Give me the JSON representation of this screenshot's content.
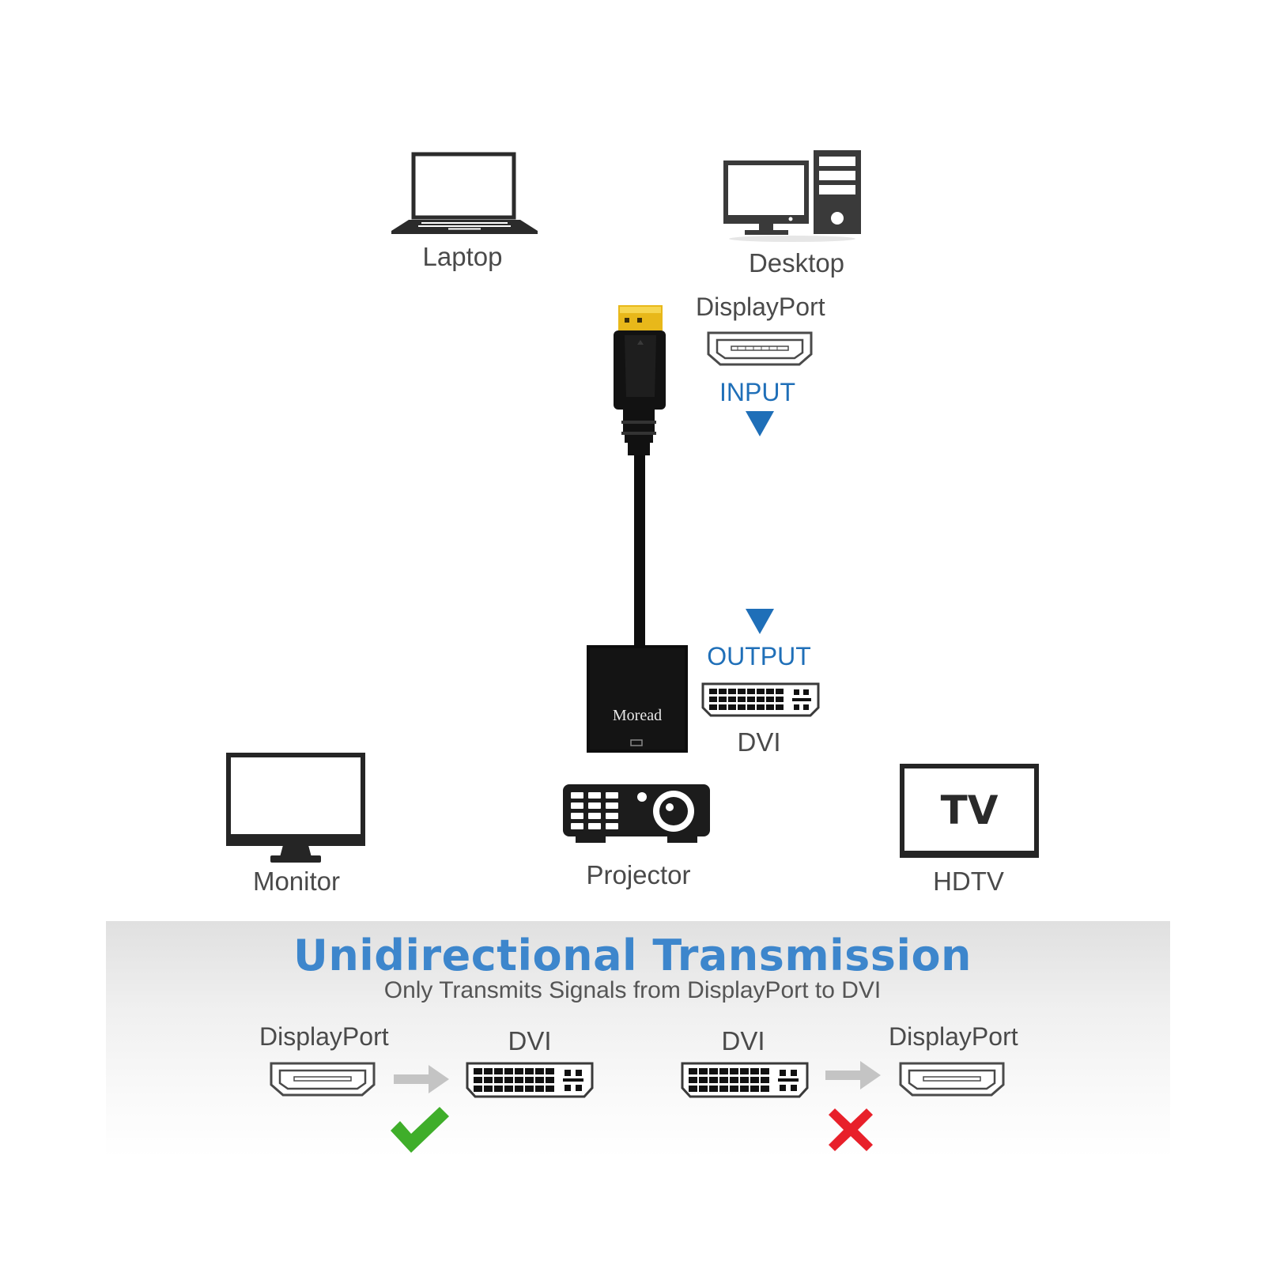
{
  "sources": {
    "laptop_label": "Laptop",
    "desktop_label": "Desktop"
  },
  "input": {
    "port_label": "DisplayPort",
    "direction_label": "INPUT"
  },
  "adapter": {
    "brand": "Moread"
  },
  "output": {
    "direction_label": "OUTPUT",
    "port_label": "DVI"
  },
  "displays": {
    "monitor_label": "Monitor",
    "projector_label": "Projector",
    "tv_screen_text": "TV",
    "hdtv_label": "HDTV"
  },
  "transmission": {
    "title": "Unidirectional Transmission",
    "subtitle": "Only Transmits Signals from DisplayPort to DVI",
    "supported": {
      "from_label": "DisplayPort",
      "to_label": "DVI",
      "status": "check-icon"
    },
    "unsupported": {
      "from_label": "DVI",
      "to_label": "DisplayPort",
      "status": "cross-icon"
    }
  },
  "colors": {
    "accent_blue": "#1f6fb8",
    "title_blue": "#3d86cc",
    "icon_dark": "#2b2b2b",
    "check_green": "#3fae2a",
    "cross_red": "#e8202a",
    "arrow_gray": "#c4c4c4"
  }
}
